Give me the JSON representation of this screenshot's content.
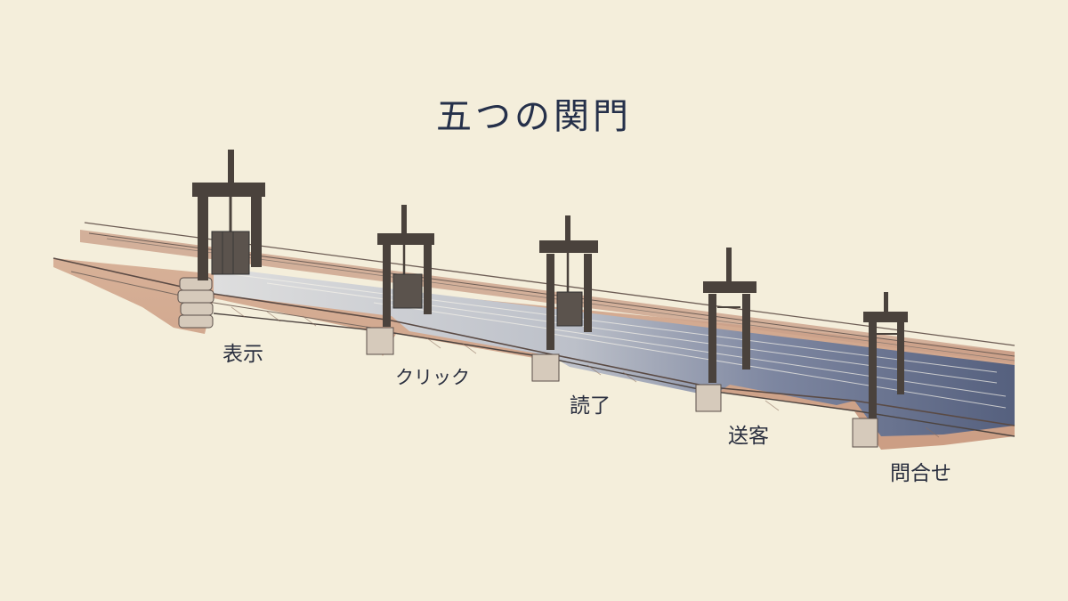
{
  "title": "五つの関門",
  "gates": [
    {
      "label": "表示"
    },
    {
      "label": "クリック"
    },
    {
      "label": "読了"
    },
    {
      "label": "送客"
    },
    {
      "label": "問合せ"
    }
  ],
  "colors": {
    "paper": "#f4eedb",
    "earth": "#c99a7f",
    "water_light": "#dcdcda",
    "water_dark": "#5e6884",
    "wood": "#4a423c",
    "ink": "#25304a"
  }
}
